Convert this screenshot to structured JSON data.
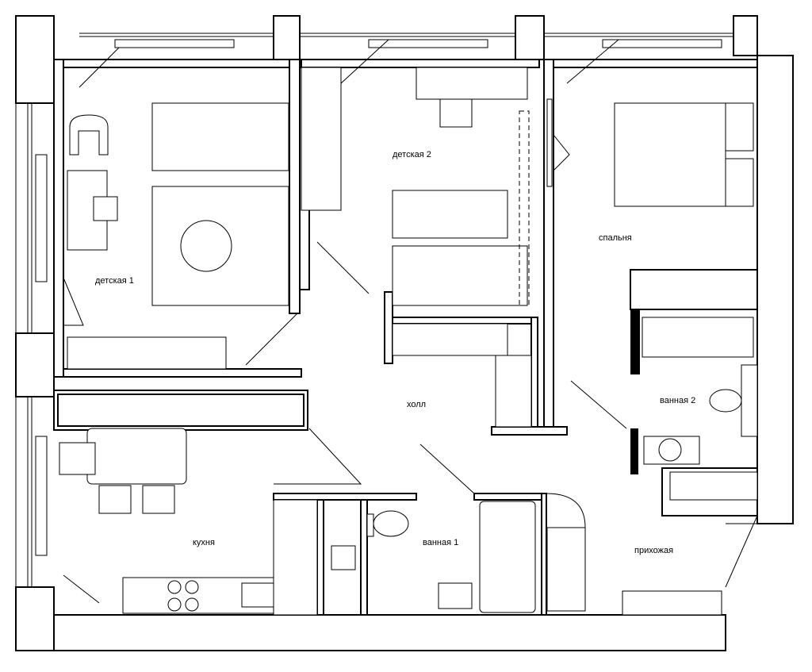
{
  "rooms": {
    "child1": "детская 1",
    "child2": "детская 2",
    "bedroom": "спальня",
    "bath2": "ванная 2",
    "hall": "холл",
    "kitchen": "кухня",
    "bath1": "ванная 1",
    "entry": "прихожая"
  }
}
